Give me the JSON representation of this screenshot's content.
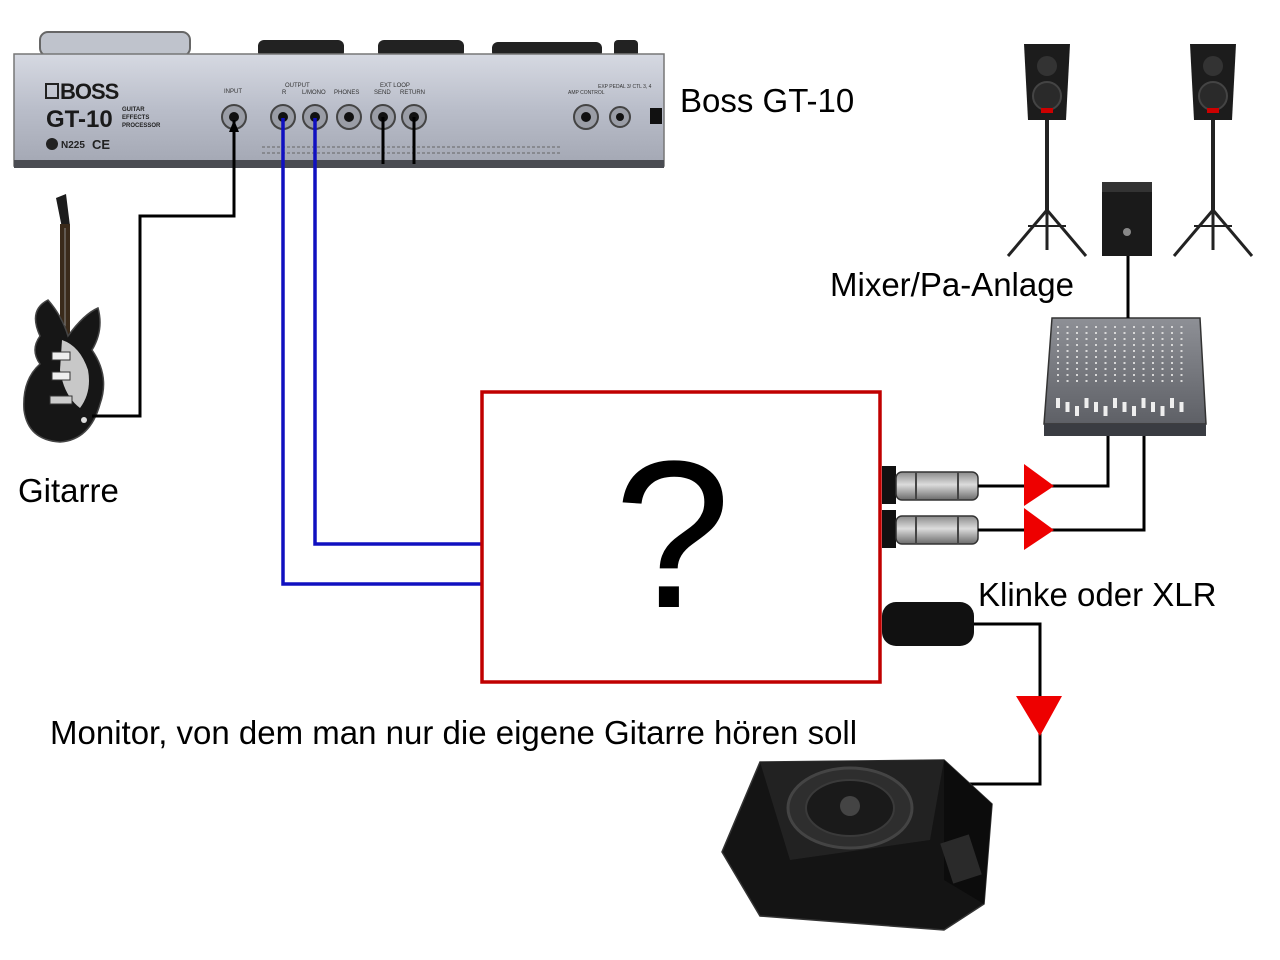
{
  "labels": {
    "boss": "Boss GT-10",
    "mixer": "Mixer/Pa-Anlage",
    "gitarre": "Gitarre",
    "connector": "Klinke oder XLR",
    "monitor": "Monitor, von dem man nur die eigene Gitarre hören soll",
    "unknown": "?"
  },
  "device": {
    "brand": "BOSS",
    "model": "GT-10",
    "subtitle_1": "GUITAR",
    "subtitle_2": "EFFECTS",
    "subtitle_3": "PROCESSOR",
    "cert": "N225",
    "jacks": {
      "input": "INPUT",
      "output": "OUTPUT",
      "r": "R",
      "lmono": "L/MONO",
      "phones": "PHONES",
      "extloop": "EXT LOOP",
      "send": "SEND",
      "return": "RETURN",
      "amp_control": "AMP CONTROL",
      "exp_pedal": "EXP PEDAL 3/ CTL 3, 4"
    }
  },
  "colors": {
    "box_border": "#c00000",
    "cable_blue": "#1010c0",
    "cable_black": "#000000",
    "arrow_red": "#ee0000",
    "device_body": "#b8bcc8"
  }
}
